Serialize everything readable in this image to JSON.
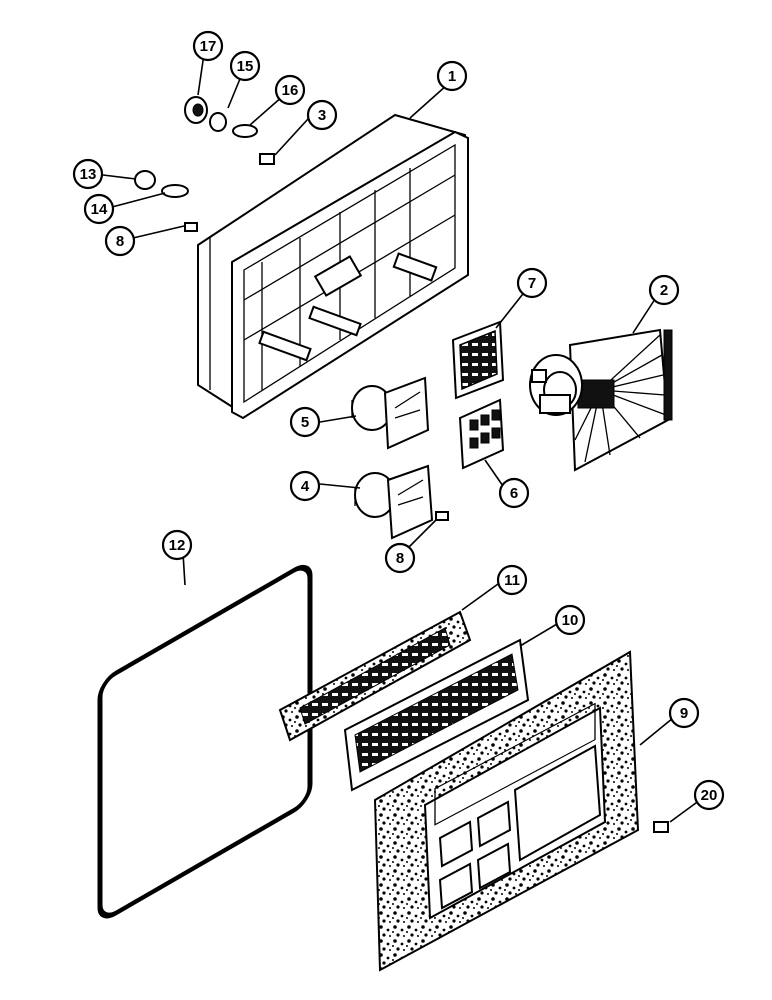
{
  "callouts": [
    {
      "id": "c1",
      "label": "1"
    },
    {
      "id": "c2",
      "label": "2"
    },
    {
      "id": "c3",
      "label": "3"
    },
    {
      "id": "c4",
      "label": "4"
    },
    {
      "id": "c5",
      "label": "5"
    },
    {
      "id": "c6",
      "label": "6"
    },
    {
      "id": "c7",
      "label": "7"
    },
    {
      "id": "c8a",
      "label": "8"
    },
    {
      "id": "c8b",
      "label": "8"
    },
    {
      "id": "c9",
      "label": "9"
    },
    {
      "id": "c10",
      "label": "10"
    },
    {
      "id": "c11",
      "label": "11"
    },
    {
      "id": "c12",
      "label": "12"
    },
    {
      "id": "c13",
      "label": "13"
    },
    {
      "id": "c14",
      "label": "14"
    },
    {
      "id": "c15",
      "label": "15"
    },
    {
      "id": "c16",
      "label": "16"
    },
    {
      "id": "c17",
      "label": "17"
    },
    {
      "id": "c20",
      "label": "20"
    }
  ]
}
